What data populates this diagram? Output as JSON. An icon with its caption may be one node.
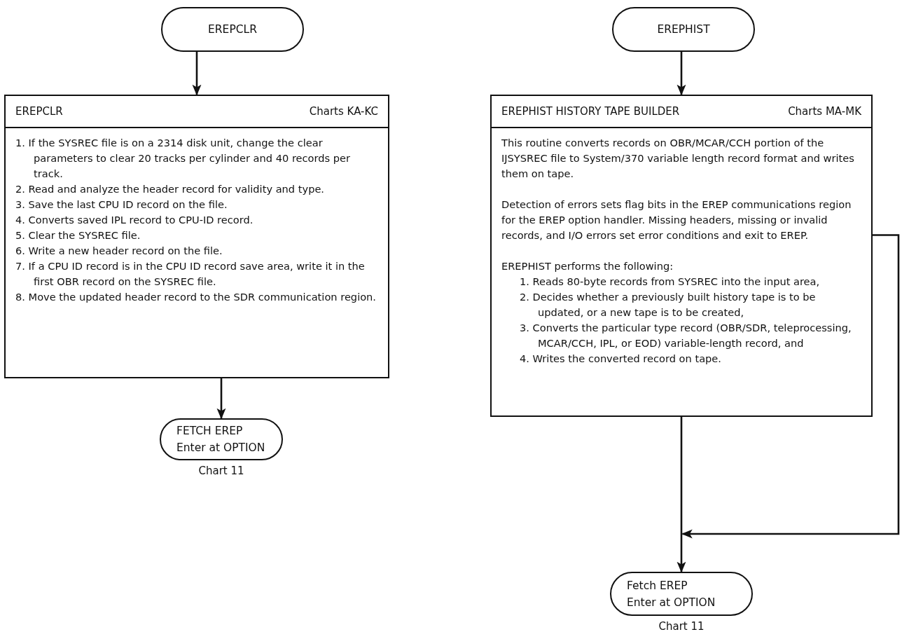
{
  "diagram": {
    "nodes": [
      {
        "text": [
          "EREPCLR"
        ]
      },
      {
        "text": [
          "EREPCLR",
          "Charts KA-KC",
          "1. If the SYSREC file is on a 2314 disk unit, change the clear parameters to clear 20 tracks per cylinder and 40 records per track.",
          "2. Read and analyze the header record for validity and type.",
          "3. Save the last CPU ID record on the file.",
          "4. Converts saved IPL record to CPU-ID record.",
          "5. Clear the SYSREC file.",
          "6. Write a new header record on the file.",
          "7. If a CPU ID record is in the CPU ID record save area, write it in the first OBR record on the SYSREC file.",
          "8. Move the updated header record to the SDR communication region."
        ]
      },
      {
        "text": [
          "FETCH EREP",
          "Enter at OPTION"
        ],
        "beside": [
          "Chart 11"
        ]
      },
      {
        "text": [
          "EREPHIST"
        ]
      },
      {
        "text": [
          "EREPHIST HISTORY TAPE BUILDER",
          "Charts MA-MK",
          "This routine converts records on OBR/MCAR/CCH portion of the IJSYSREC file to System/370 variable length record format and writes them on tape.",
          "Detection of errors sets flag bits in the EREP communications region for the EREP option handler. Missing headers, missing or invalid records, and I/O errors set error conditions and exit to EREP.",
          "EREPHIST performs the following:",
          "1. Reads 80-byte records from SYSREC into the input area,",
          "2. Decides whether a previously built history tape is to be updated, or a new tape is to be created,",
          "3. Converts the particular type record (OBR/SDR, teleprocessing, MCAR/CCH, IPL, or EOD) variable-length record, and",
          "4. Writes the converted record on tape."
        ]
      },
      {
        "text": [
          "Fetch EREP",
          "Enter at OPTION"
        ],
        "beside": [
          "Chart 11"
        ]
      }
    ],
    "edges": [
      {
        "from": 0,
        "to": 1,
        "arrow": "to"
      },
      {
        "from": 1,
        "to": 2,
        "arrow": "to"
      },
      {
        "from": 3,
        "to": 4,
        "arrow": "to"
      },
      {
        "from": 4,
        "to": 5,
        "arrow": "to"
      },
      {
        "from": 4,
        "to": 5,
        "arrow": "to"
      }
    ]
  }
}
